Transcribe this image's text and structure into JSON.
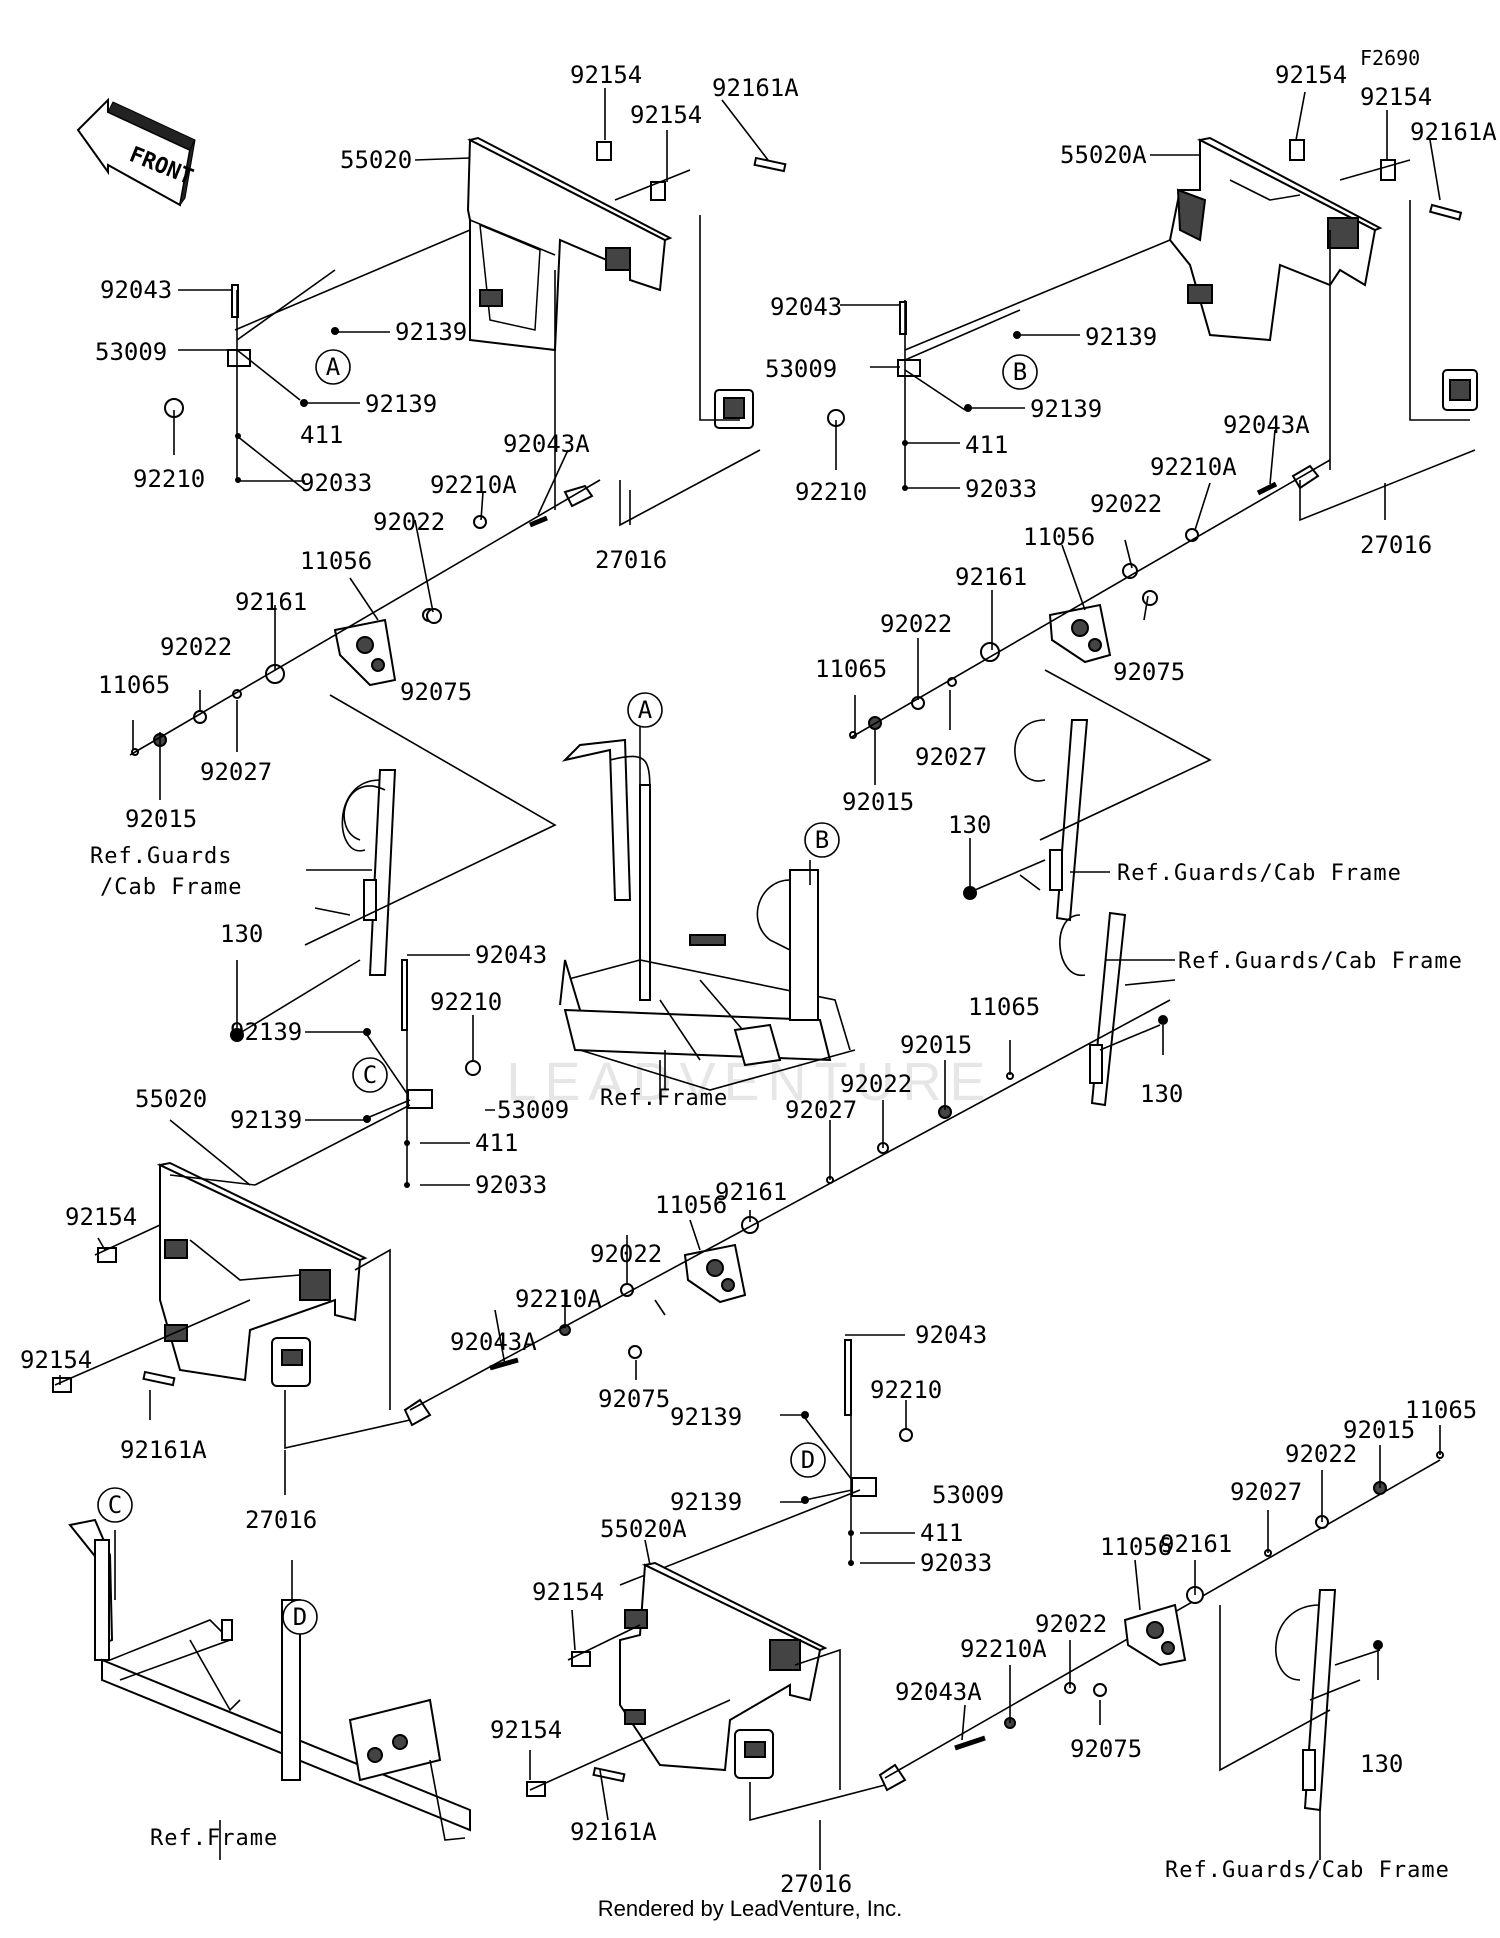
{
  "figure_code": "F2690",
  "front_label": "FRONT",
  "footer": "Rendered by LeadVenture, Inc.",
  "watermark": "LEADVENTURE",
  "callouts": {
    "A": "A",
    "B": "B",
    "C": "C",
    "D": "D"
  },
  "labels": {
    "q1_92154a": "92154",
    "q1_92154b": "92154",
    "q1_92161A": "92161A",
    "q1_55020": "55020",
    "q1_92043": "92043",
    "q1_53009": "53009",
    "q1_92139a": "92139",
    "q1_92139b": "92139",
    "q1_411": "411",
    "q1_92210": "92210",
    "q1_92033": "92033",
    "q1_92043A": "92043A",
    "q1_92210A": "92210A",
    "q1_27016": "27016",
    "q1_92022a": "92022",
    "q1_11056": "11056",
    "q1_92161": "92161",
    "q1_92022b": "92022",
    "q1_92075": "92075",
    "q1_11065": "11065",
    "q1_92027": "92027",
    "q1_92015": "92015",
    "q1_ref1": "Ref.Guards",
    "q1_ref2": "/Cab Frame",
    "q1_130": "130",
    "q2_92154a": "92154",
    "q2_92154b": "92154",
    "q2_92161A": "92161A",
    "q2_55020A": "55020A",
    "q2_92043": "92043",
    "q2_92139a": "92139",
    "q2_53009": "53009",
    "q2_92139b": "92139",
    "q2_411": "411",
    "q2_92210": "92210",
    "q2_92033": "92033",
    "q2_92043A": "92043A",
    "q2_92210A": "92210A",
    "q2_27016": "27016",
    "q2_92022a": "92022",
    "q2_11056": "11056",
    "q2_92161": "92161",
    "q2_92022b": "92022",
    "q2_11065": "11065",
    "q2_92075": "92075",
    "q2_92027": "92027",
    "q2_92015": "92015",
    "q2_130": "130",
    "q2_ref": "Ref.Guards/Cab Frame",
    "c_92043": "92043",
    "c_92210": "92210",
    "c_92139a": "92139",
    "c_53009": "53009",
    "c_92139b": "92139",
    "c_411": "411",
    "c_92033": "92033",
    "c_ref": "Ref.Frame",
    "r_ref": "Ref.Guards/Cab Frame",
    "r_11065": "11065",
    "r_92015": "92015",
    "r_92022": "92022",
    "r_92027": "92027",
    "r_130": "130",
    "q3_55020": "55020",
    "q3_92154a": "92154",
    "q3_92154b": "92154",
    "q3_92161A": "92161A",
    "q3_27016": "27016",
    "q3_92161": "92161",
    "q3_11056": "11056",
    "q3_92022": "92022",
    "q3_92210A": "92210A",
    "q3_92043A": "92043A",
    "q3_92075": "92075",
    "q4_92043": "92043",
    "q4_92210": "92210",
    "q4_92139a": "92139",
    "q4_53009": "53009",
    "q4_92139b": "92139",
    "q4_411": "411",
    "q4_92033": "92033",
    "q4_55020A": "55020A",
    "q4_92154a": "92154",
    "q4_92154b": "92154",
    "q4_92161A": "92161A",
    "q4_27016": "27016",
    "q4_11065": "11065",
    "q4_92015": "92015",
    "q4_92022a": "92022",
    "q4_92027": "92027",
    "q4_92161": "92161",
    "q4_11056": "11056",
    "q4_92022b": "92022",
    "q4_92210A": "92210A",
    "q4_92043A": "92043A",
    "q4_92075": "92075",
    "q4_130": "130",
    "q4_ref": "Ref.Guards/Cab Frame",
    "bl_ref": "Ref.Frame"
  }
}
